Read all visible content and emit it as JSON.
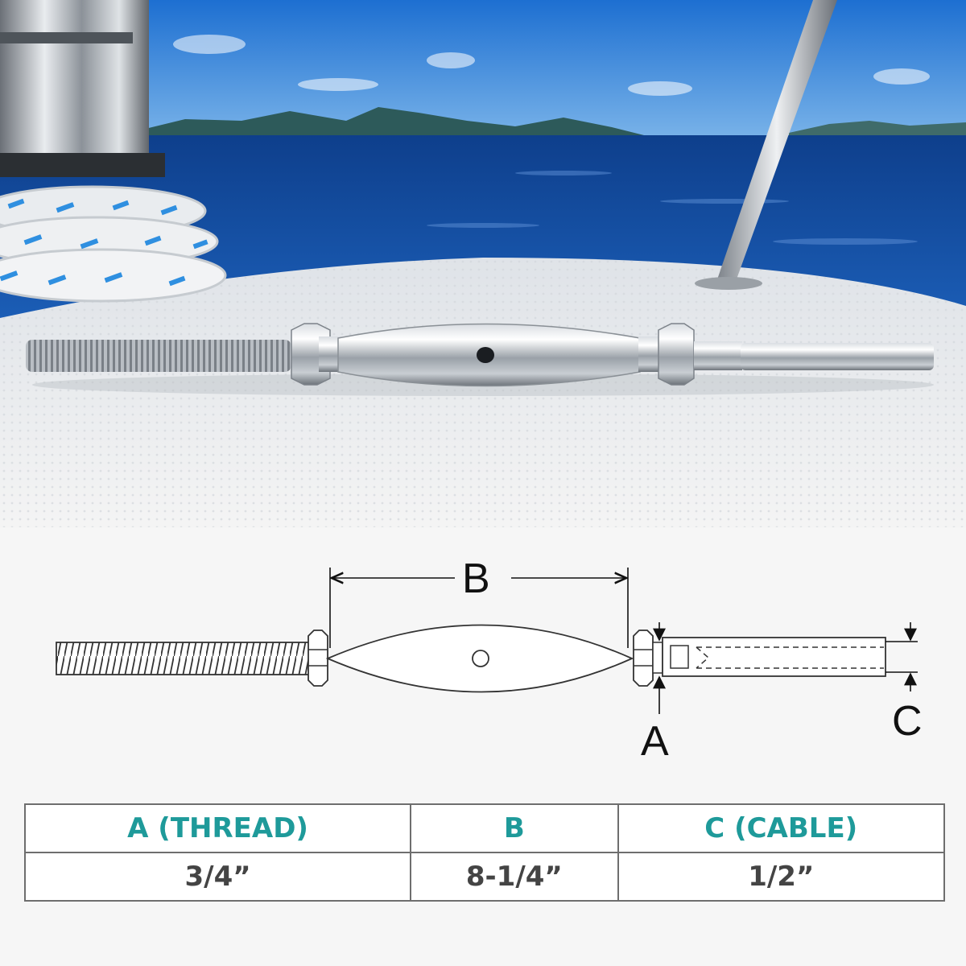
{
  "diagram": {
    "labels": {
      "a": "A",
      "b": "B",
      "c": "C"
    }
  },
  "spec_table": {
    "headers": [
      "A (THREAD)",
      "B",
      "C (CABLE)"
    ],
    "values": [
      "3/4”",
      "8-1/4”",
      "1/2”"
    ]
  },
  "colors": {
    "header_text": "#1e9a9a",
    "value_text": "#444444",
    "table_border": "#6e6e6e",
    "sea": "#1b4f9c",
    "sky": "#2f7fd8"
  }
}
